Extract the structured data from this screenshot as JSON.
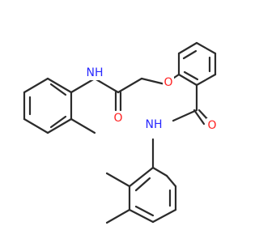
{
  "molecule": {
    "atom_labels": {
      "amide_nh_left": "NH",
      "amide_o_left": "O",
      "ether_o": "O",
      "amide_o_right": "O",
      "amide_nh_right": "NH"
    },
    "colors": {
      "bond": "#2b2b2b",
      "nitrogen": "#2929ff",
      "oxygen": "#ff2020"
    }
  }
}
